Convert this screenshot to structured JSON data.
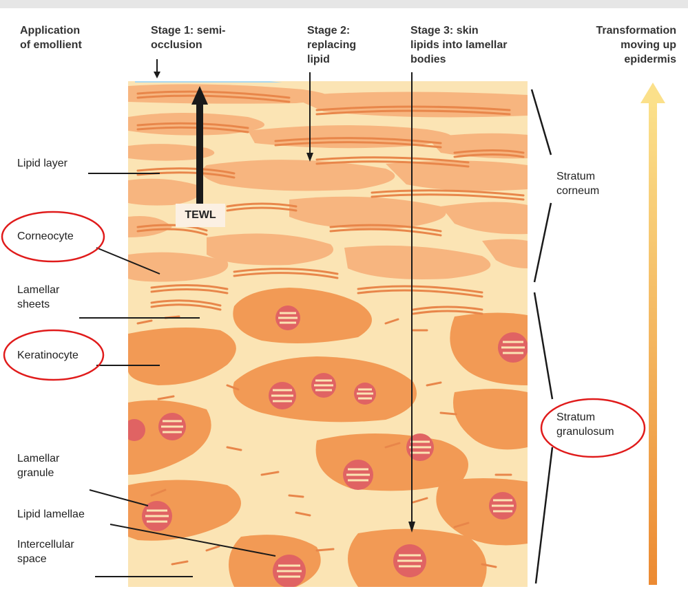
{
  "headers": {
    "application": "Application\nof emollient",
    "stage1": "Stage 1: semi-\nocclusion",
    "stage2": "Stage 2:\nreplacing\nlipid",
    "stage3": "Stage 3: skin\nlipids into lamellar\nbodies",
    "transformation": "Transformation\nmoving up\nepidermis"
  },
  "labels": {
    "lipid_layer": "Lipid layer",
    "corneocyte": "Corneocyte",
    "lamellar_sheets": "Lamellar\nsheets",
    "keratinocyte": "Keratinocyte",
    "lamellar_granule": "Lamellar\ngranule",
    "lipid_lamellae": "Lipid lamellae",
    "intercellular_space": "Intercellular\nspace",
    "stratum_corneum": "Stratum\ncorneum",
    "stratum_granulosum": "Stratum\ngranulosum",
    "tewl": "TEWL"
  },
  "colors": {
    "matrix": "#fbe4b4",
    "corneocyte": "#f7b57f",
    "keratinocyte": "#f29a55",
    "lipid_band": "#e8864a",
    "granule": "#e06363",
    "emollient": "#a9d7ee",
    "highlight_circle": "#e01b1b",
    "gradient_top": "#fbe08a",
    "gradient_bottom": "#ec8a32"
  }
}
